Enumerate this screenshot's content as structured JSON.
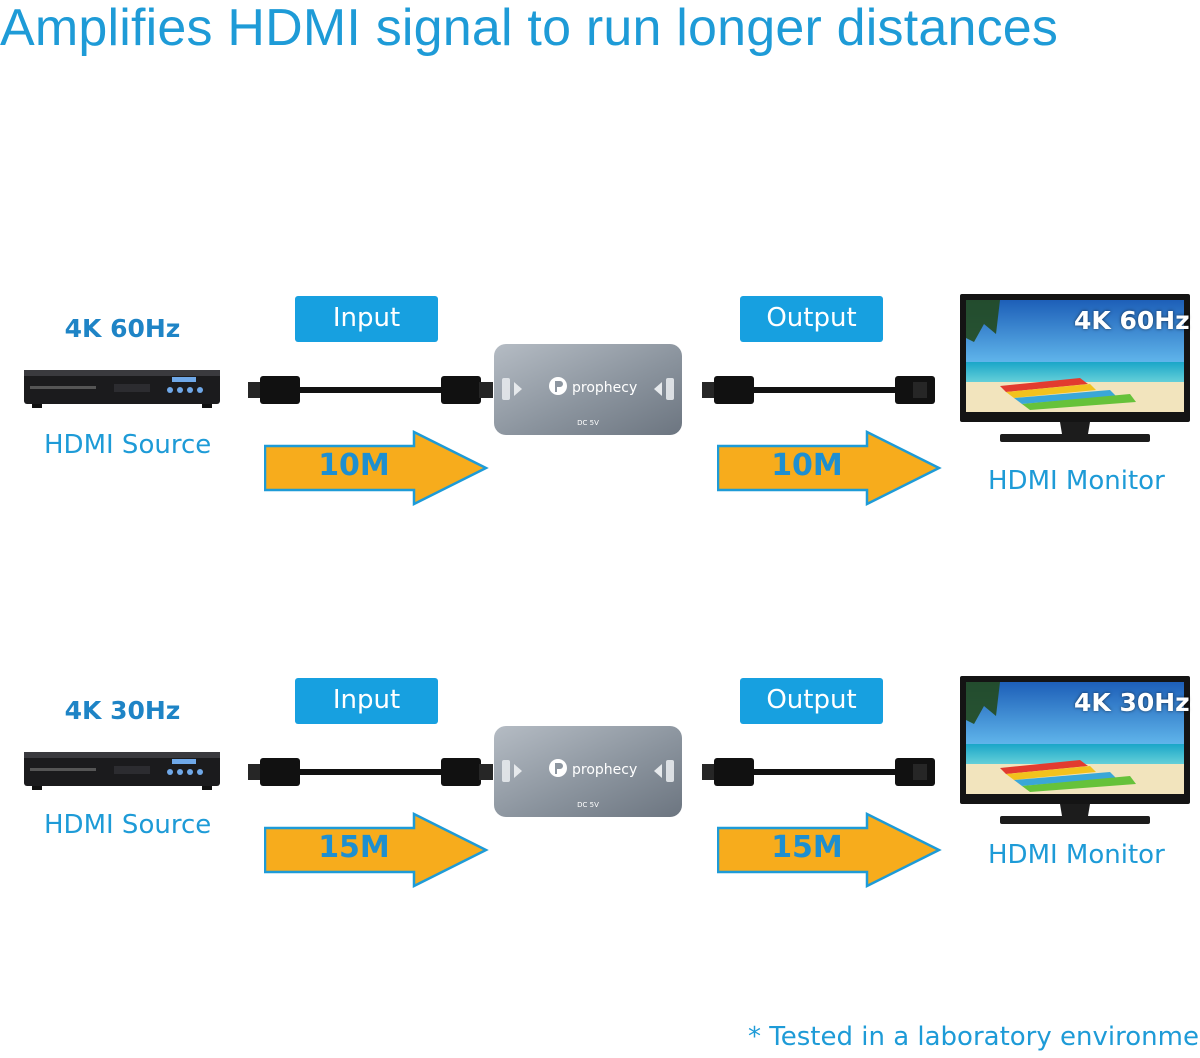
{
  "title": "Amplifies HDMI signal to run longer distances",
  "labels": {
    "input": "Input",
    "output": "Output",
    "source": "HDMI Source",
    "monitor": "HDMI Monitor",
    "brand": "prophecy",
    "power": "DC 5V"
  },
  "rows": [
    {
      "resolution": "4K 60Hz",
      "input_length": "10M",
      "output_length": "10M"
    },
    {
      "resolution": "4K 30Hz",
      "input_length": "15M",
      "output_length": "15M"
    }
  ],
  "footnote": "* Tested in a laboratory environment",
  "colors": {
    "accent": "#1e9bd7",
    "tag_bg": "#17a0e0",
    "arrow_fill": "#f7ac1c",
    "arrow_border": "#1e9bd7",
    "device": "#8d96a0"
  },
  "icons": {
    "source_device": "dvd-player-icon",
    "repeater": "hdmi-repeater-icon",
    "display": "monitor-icon",
    "direction": "arrow-right-icon",
    "cable": "hdmi-cable-icon"
  }
}
